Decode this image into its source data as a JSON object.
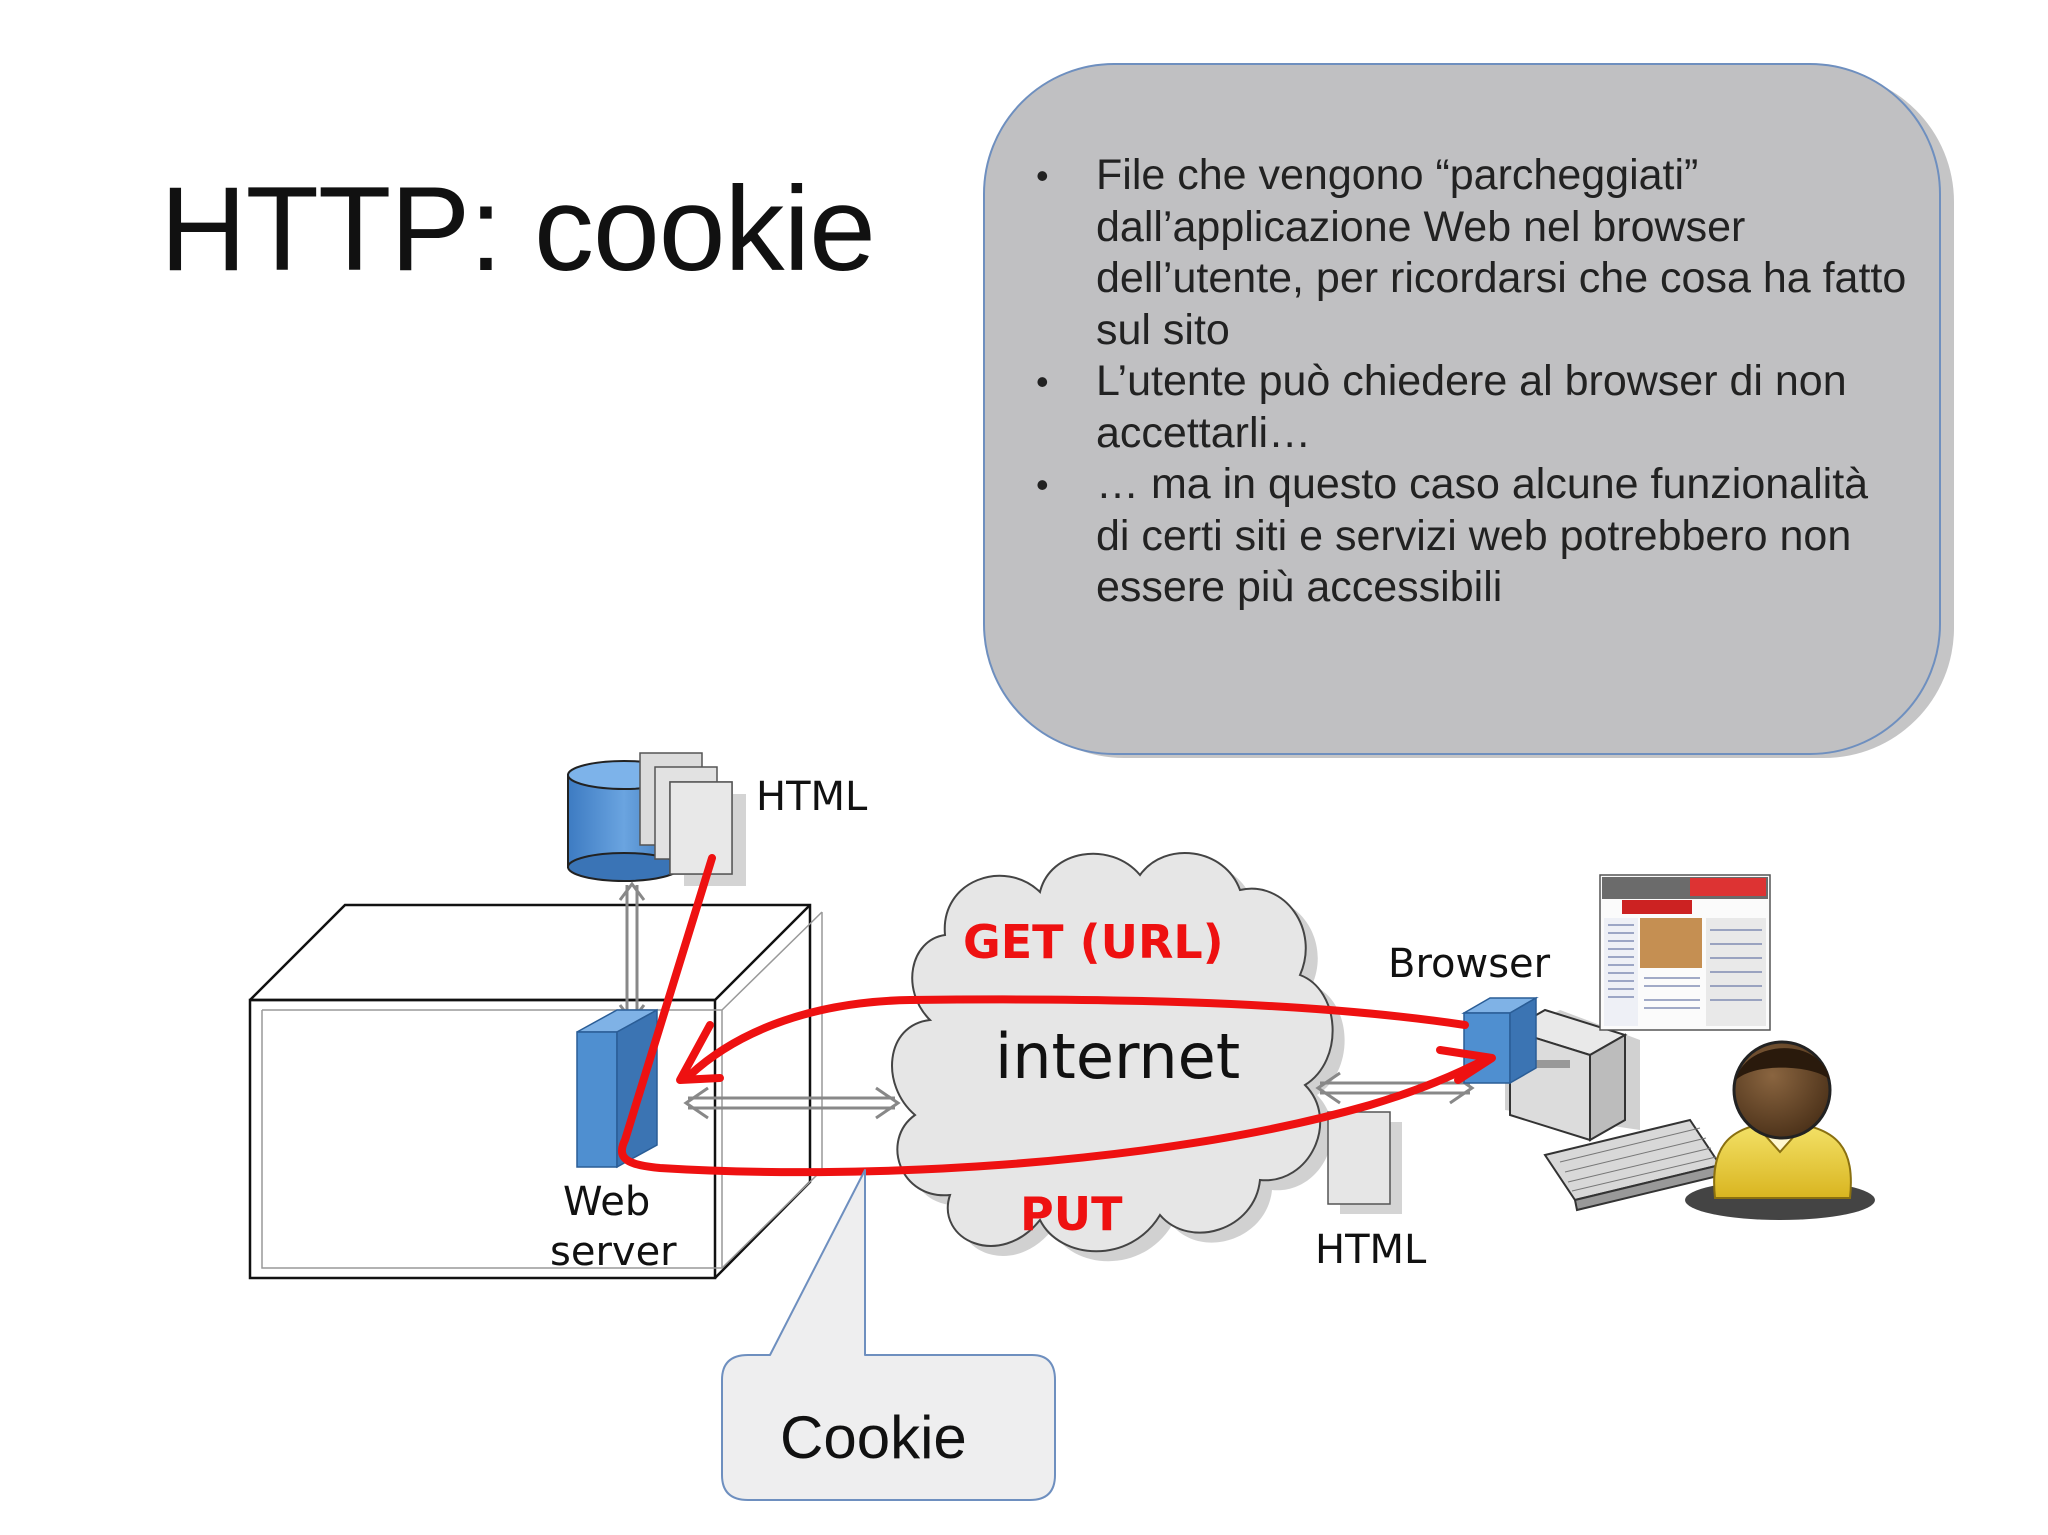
{
  "slide": {
    "title": "HTTP: cookie",
    "bullets": [
      "File che vengono “parcheggiati” dall’applicazione Web nel browser dell’utente, per ricordarsi che cosa ha fatto sul sito",
      "L’utente può chiedere al browser di non accettarli…",
      "… ma in questo caso alcune funzionalità di certi siti e servizi web potrebbero non essere più accessibili"
    ],
    "bullet_glyph": "•"
  },
  "diagram": {
    "html_top_label": "HTML",
    "webserver_label_line1": "Web",
    "webserver_label_line2": "server",
    "internet_label": "internet",
    "get_label": "GET (URL)",
    "put_label": "PUT",
    "browser_label": "Browser",
    "html_bottom_label": "HTML",
    "cookie_label": "Cookie",
    "colors": {
      "arrow_red": "#ee1111",
      "callout_fill": "#c0c0c2",
      "callout_border": "#6e8fbf",
      "server_blue": "#4f8fd0",
      "cloud_fill": "#e6e6e6"
    }
  }
}
